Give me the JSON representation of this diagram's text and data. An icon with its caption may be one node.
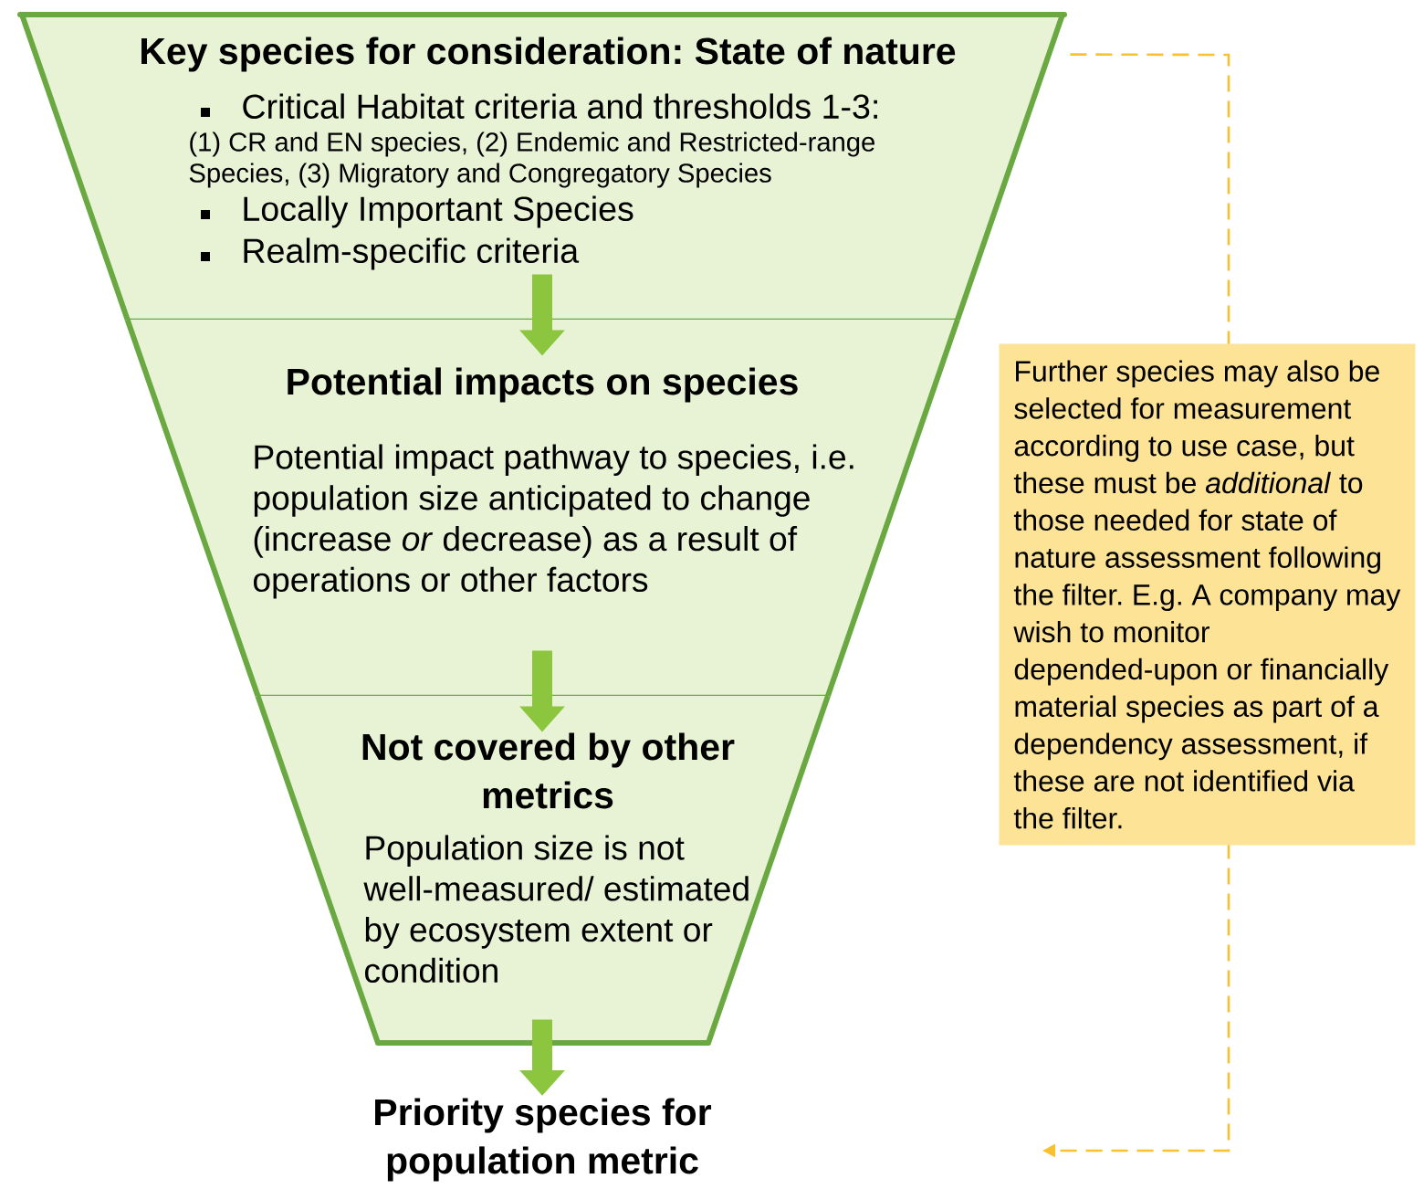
{
  "diagram": {
    "nodes": [
      {
        "text": [
          "Key species for consideration: State of nature",
          "Critical Habitat criteria and thresholds 1-3:",
          "(1) CR and EN species, (2) Endemic and Restricted-range Species, (3) Migratory and Congregatory Species",
          "Locally Important Species",
          "Realm-specific criteria"
        ]
      },
      {
        "text": [
          "Potential impacts on species",
          "Potential impact pathway to species, i.e. population size anticipated to change (increase *or* decrease) as a result of operations or other factors"
        ]
      },
      {
        "text": [
          "Not covered by other metrics",
          "Population size is not well-measured/ estimated by ecosystem extent or condition"
        ]
      },
      {
        "text": [
          "Priority species for population metric"
        ]
      },
      {
        "text": [
          "Further species may also be selected for measurement according to use case, but these must be *additional* to those needed for state of nature assessment following the filter. E.g. A company may wish to monitor depended-upon or financially material species as part of a dependency assessment, if these are not identified via the filter."
        ]
      }
    ],
    "edges": [
      {
        "from": 0,
        "to": 1,
        "arrow": "to"
      },
      {
        "from": 1,
        "to": 2,
        "arrow": "to"
      },
      {
        "from": 2,
        "to": 3,
        "arrow": "to"
      },
      {
        "from": 0,
        "to": null,
        "arrow": "to",
        "style": "dashed",
        "color": "#f9c12e"
      }
    ]
  }
}
